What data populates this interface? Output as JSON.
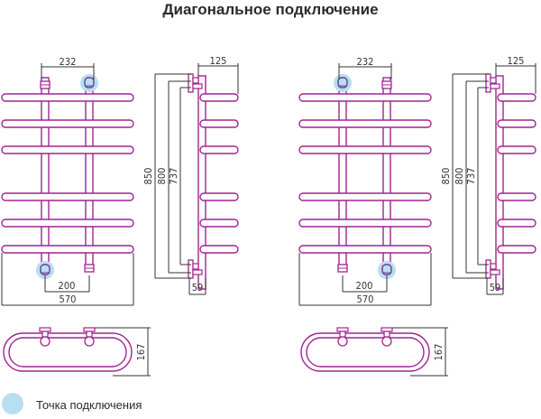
{
  "title": "Диагональное подключение",
  "colors": {
    "pipe": "#a0248f",
    "connection_point": "#b9def2",
    "connection_outline": "#6a3c8c",
    "dimension_line": "#333333"
  },
  "views": [
    {
      "name": "variant-1",
      "connection": "top-right-to-bottom-left",
      "dimensions": {
        "top_spacing": "232",
        "bottom_spacing": "200",
        "width": "570",
        "height_total": "850",
        "height_mid": "800",
        "height_inner": "737",
        "depth": "125",
        "wall_offset": "59",
        "plan_depth": "167"
      }
    },
    {
      "name": "variant-2",
      "connection": "top-left-to-bottom-right",
      "dimensions": {
        "top_spacing": "232",
        "bottom_spacing": "200",
        "width": "570",
        "height_total": "850",
        "height_mid": "800",
        "height_inner": "737",
        "depth": "125",
        "wall_offset": "59",
        "plan_depth": "167"
      }
    }
  ],
  "legend": {
    "label": "Точка подключения",
    "icon": "connection-point-circle"
  }
}
